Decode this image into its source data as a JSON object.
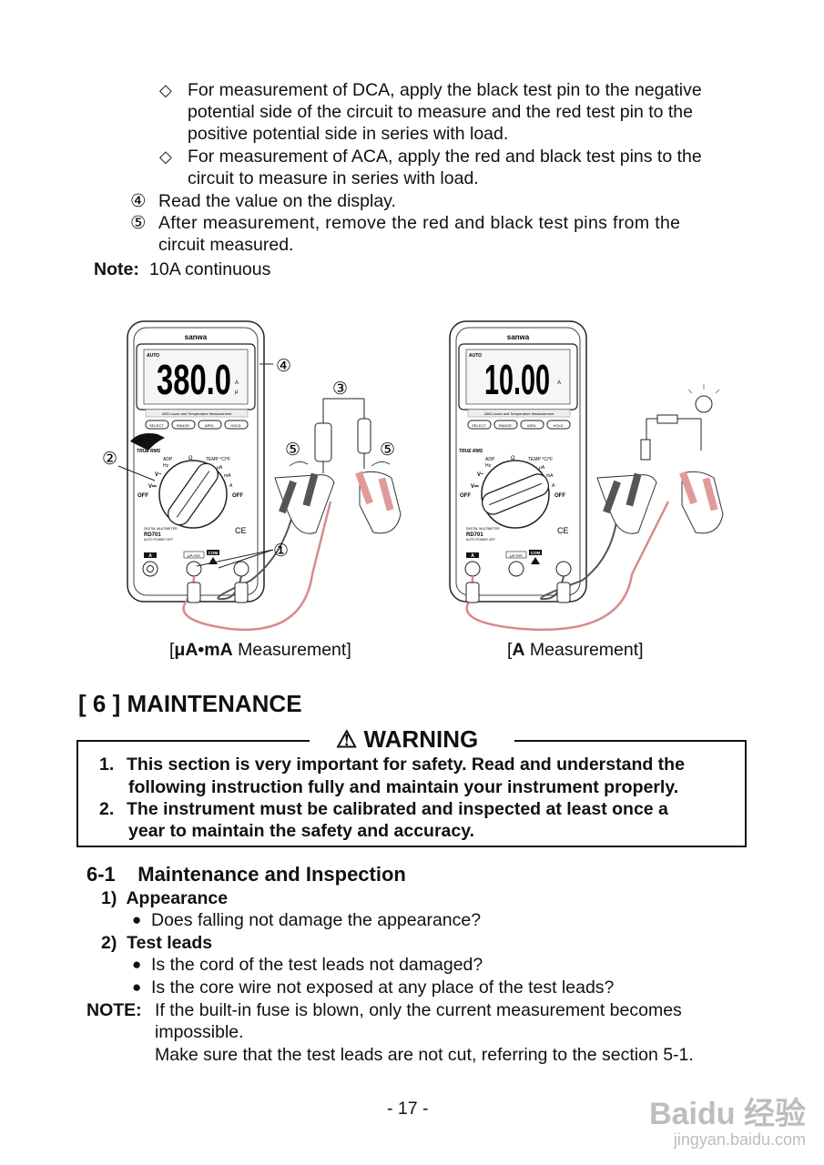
{
  "intro_bullets": [
    {
      "symbol": "◇",
      "lines": [
        "For measurement of DCA, apply the black test pin to the negative",
        "potential side of the circuit to measure and the red test pin to the",
        "positive potential side in series with load."
      ]
    },
    {
      "symbol": "◇",
      "lines": [
        "For measurement of ACA, apply the red and black test pins to the",
        "circuit to measure in series with load."
      ]
    }
  ],
  "steps": [
    {
      "num": "④",
      "lines": [
        "Read the value on the display."
      ]
    },
    {
      "num": "⑤",
      "lines": [
        "After measurement, remove the red and black test pins from the",
        "circuit measured."
      ]
    }
  ],
  "note_top": {
    "label": "Note:",
    "text": "10A continuous"
  },
  "figure": {
    "left": {
      "brand": "sanwa",
      "auto": "AUTO",
      "display": "380.0",
      "unit": "A",
      "unit_prefix": "μ",
      "strip": "4000 count and Temperature Measurement",
      "buttons": [
        "SELECT",
        "RANGE",
        "ΔREL",
        "HOLD"
      ],
      "true_rms": "TRUE RMS",
      "model_small": "DIGITAL MULTIMETER",
      "model": "RD701",
      "auto_off": "AUTO POWER OFF",
      "ce": "CE",
      "jack_a": "A",
      "jack_ua": "μA·mA",
      "jack_com": "COM",
      "dial": {
        "off_left": "OFF",
        "off_right": "OFF",
        "v_ac": "V~",
        "v_dc": "V⎓",
        "hz": "Hz",
        "adp": "ADP",
        "ohm": "Ω",
        "temp": "TEMP °C/°F",
        "ua": "μA",
        "ma": "mA",
        "a": "A"
      },
      "callouts": [
        "④",
        "③",
        "②",
        "⑤",
        "⑤",
        "①"
      ],
      "caption_open": "[",
      "caption_bold": "μA•mA",
      "caption_rest": " Measurement]"
    },
    "right": {
      "brand": "sanwa",
      "auto": "AUTO",
      "display": "10.00",
      "unit": "A",
      "strip": "4000 count and Temperature Measurement",
      "buttons": [
        "SELECT",
        "RANGE",
        "ΔREL",
        "HOLD"
      ],
      "true_rms": "TRUE RMS",
      "model_small": "DIGITAL MULTIMETER",
      "model": "RD701",
      "auto_off": "AUTO POWER OFF",
      "ce": "CE",
      "jack_a": "A",
      "jack_ua": "μA·mA",
      "jack_com": "COM",
      "dial": {
        "off_left": "OFF",
        "off_right": "OFF",
        "v_ac": "V~",
        "v_dc": "V⎓",
        "hz": "Hz",
        "adp": "ADP",
        "ohm": "Ω",
        "temp": "TEMP °C/°F",
        "ua": "μA",
        "ma": "mA",
        "a": "A"
      },
      "caption_open": "[",
      "caption_bold": "A",
      "caption_rest": " Measurement]"
    }
  },
  "section": {
    "title": "[ 6 ]  MAINTENANCE"
  },
  "warning": {
    "title": "⚠ WARNING",
    "items": [
      {
        "num": "1.",
        "lines": [
          "This section is very important for safety. Read and understand the",
          "following instruction fully and maintain your instrument properly."
        ]
      },
      {
        "num": "2.",
        "lines": [
          "The instrument must be calibrated and inspected at least once a",
          "year to maintain the safety and accuracy."
        ]
      }
    ]
  },
  "subsection": {
    "title": "6-1    Maintenance and Inspection",
    "items": [
      {
        "heading": "1)  Appearance",
        "bullets": [
          "Does falling not damage the appearance?"
        ]
      },
      {
        "heading": "2)  Test leads",
        "bullets": [
          "Is the cord of the test leads not damaged?",
          "Is the core wire not exposed at any place of the test leads?"
        ]
      }
    ],
    "bullet_symbol": "●",
    "note": {
      "label": "NOTE:",
      "lines": [
        "If the built-in fuse is blown, only the current measurement becomes",
        "impossible.",
        "Make sure that the test leads are not cut, referring to the section 5-1."
      ]
    }
  },
  "page_number": "- 17 -",
  "watermark": {
    "logo": "Baidu 经验",
    "url": "jingyan.baidu.com"
  }
}
